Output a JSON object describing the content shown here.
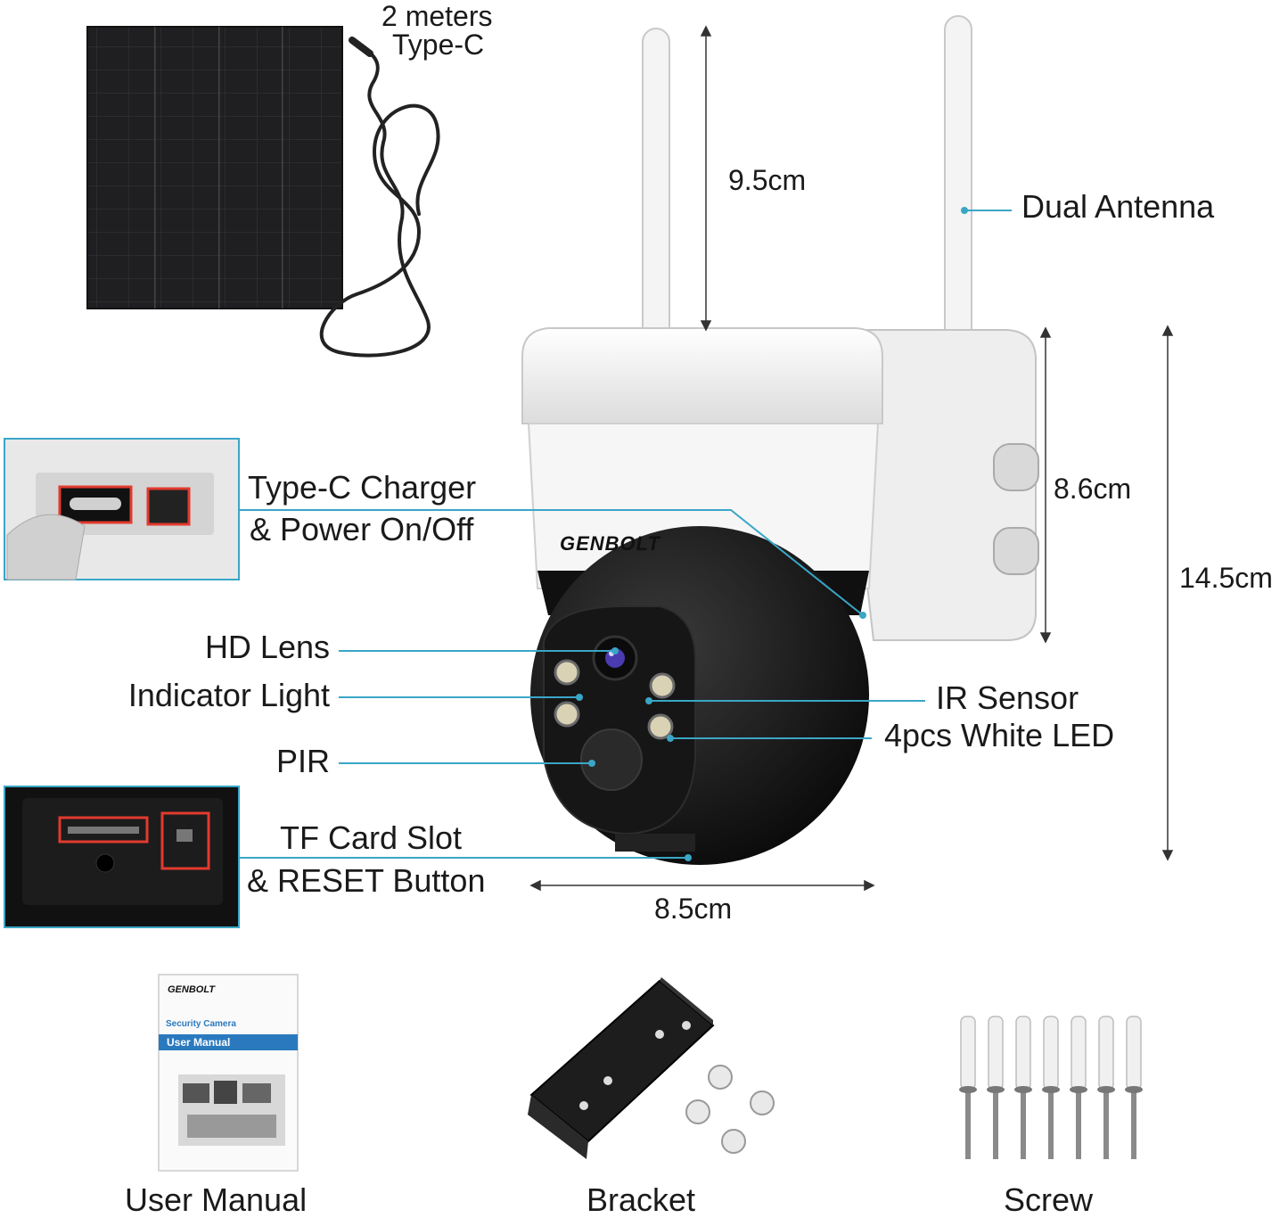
{
  "colors": {
    "leader_line": "#3aa6c6",
    "highlight_box": "#e23a2e",
    "camera_body": "#f2f2f2",
    "camera_dome": "#111111",
    "solar_panel": "#1d1d1f",
    "manual_band": "#2a79bf"
  },
  "solar_panel": {
    "cable_length": "2 meters",
    "cable_type": "Type-C"
  },
  "dimensions": {
    "antenna_height": "9.5cm",
    "body_height": "8.6cm",
    "total_height": "14.5cm",
    "width": "8.5cm"
  },
  "callouts": {
    "dual_antenna": "Dual Antenna",
    "charger_line1": "Type-C Charger",
    "charger_line2": "& Power On/Off",
    "hd_lens": "HD Lens",
    "indicator_light": "Indicator Light",
    "ir_sensor": "IR Sensor",
    "white_led": "4pcs White LED",
    "pir": "PIR",
    "tf_line1": "TF Card Slot",
    "tf_line2": "& RESET Button"
  },
  "brand": {
    "logo": "GENBOLT"
  },
  "manual_cover": {
    "brand": "GENBOLT",
    "subtitle": "Security Camera",
    "title": "User Manual"
  },
  "accessories": {
    "manual": "User Manual",
    "bracket": "Bracket",
    "screw": "Screw"
  }
}
